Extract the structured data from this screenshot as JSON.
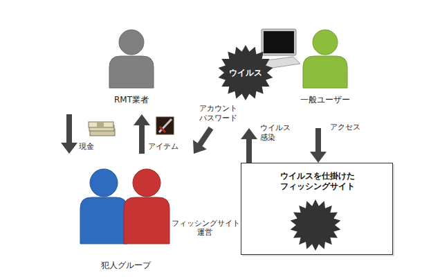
{
  "diagram": {
    "nodes": [
      {
        "text": [
          "RMT業者"
        ]
      },
      {
        "text": [
          "一般ユーザー"
        ]
      },
      {
        "text": [
          "ウイルス"
        ]
      },
      {
        "text": [
          "ウイルスを仕掛けた フィッシングサイト"
        ]
      },
      {
        "text": [
          "犯人グループ"
        ]
      }
    ],
    "edges": [
      {
        "from": 0,
        "to": 4,
        "label": "現金",
        "arrow": "to"
      },
      {
        "from": 4,
        "to": 0,
        "label": "アイテム",
        "arrow": "to"
      },
      {
        "from": 1,
        "to": 4,
        "label": "アカウント パスワード",
        "arrow": "to"
      },
      {
        "from": 3,
        "to": 1,
        "label": "ウイルス 感染",
        "arrow": "to"
      },
      {
        "from": 1,
        "to": 3,
        "label": "アクセス",
        "arrow": "to"
      }
    ],
    "labels": [
      "フィッシングサイト 運営"
    ]
  }
}
